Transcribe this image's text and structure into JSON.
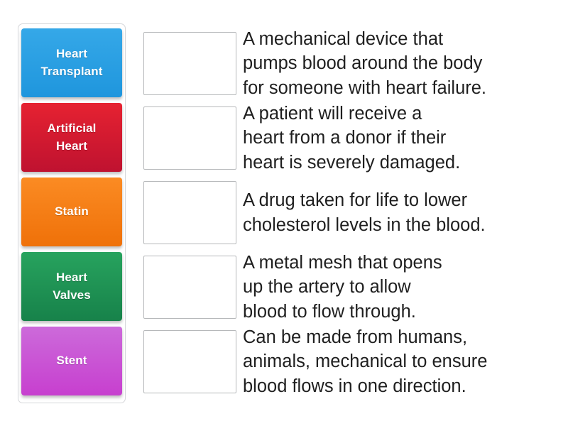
{
  "activity": {
    "type": "match-up",
    "tray_label": "draggable-term-tiles",
    "tiles": [
      {
        "label": "Heart\nTransplant",
        "color_top": "#35a8e8",
        "color_bottom": "#1f96dd",
        "color": "#2196d9"
      },
      {
        "label": "Artificial\nHeart",
        "color_top": "#e62231",
        "color_bottom": "#bf1230",
        "color": "#d81b30"
      },
      {
        "label": "Statin",
        "color_top": "#fb8b23",
        "color_bottom": "#ef7109",
        "color": "#f67f14"
      },
      {
        "label": "Heart\nValves",
        "color_top": "#27a35e",
        "color_bottom": "#17824a",
        "color": "#1e9354"
      },
      {
        "label": "Stent",
        "color_top": "#cc6ada",
        "color_bottom": "#c73fcf",
        "color": "#c957d5"
      }
    ],
    "drop_boxes": [
      {
        "value": "",
        "placeholder": ""
      },
      {
        "value": "",
        "placeholder": ""
      },
      {
        "value": "",
        "placeholder": ""
      },
      {
        "value": "",
        "placeholder": ""
      },
      {
        "value": "",
        "placeholder": ""
      }
    ],
    "definitions": [
      "A mechanical device that\npumps blood around the body\nfor someone with heart failure.",
      "A patient will receive a\nheart from a donor if their\nheart is severely damaged.",
      "A drug taken for life to lower\ncholesterol levels in the blood.",
      "A metal mesh that opens\nup the artery to allow\nblood to flow through.",
      "Can be made from humans,\nanimals, mechanical to ensure\nblood flows in one direction."
    ]
  },
  "colors": {
    "page_background": "#ffffff",
    "tray_border": "#d5d7da",
    "drop_box_border": "#b6b8ba",
    "definition_text": "#1f1f1f",
    "tile_text": "#ffffff"
  }
}
